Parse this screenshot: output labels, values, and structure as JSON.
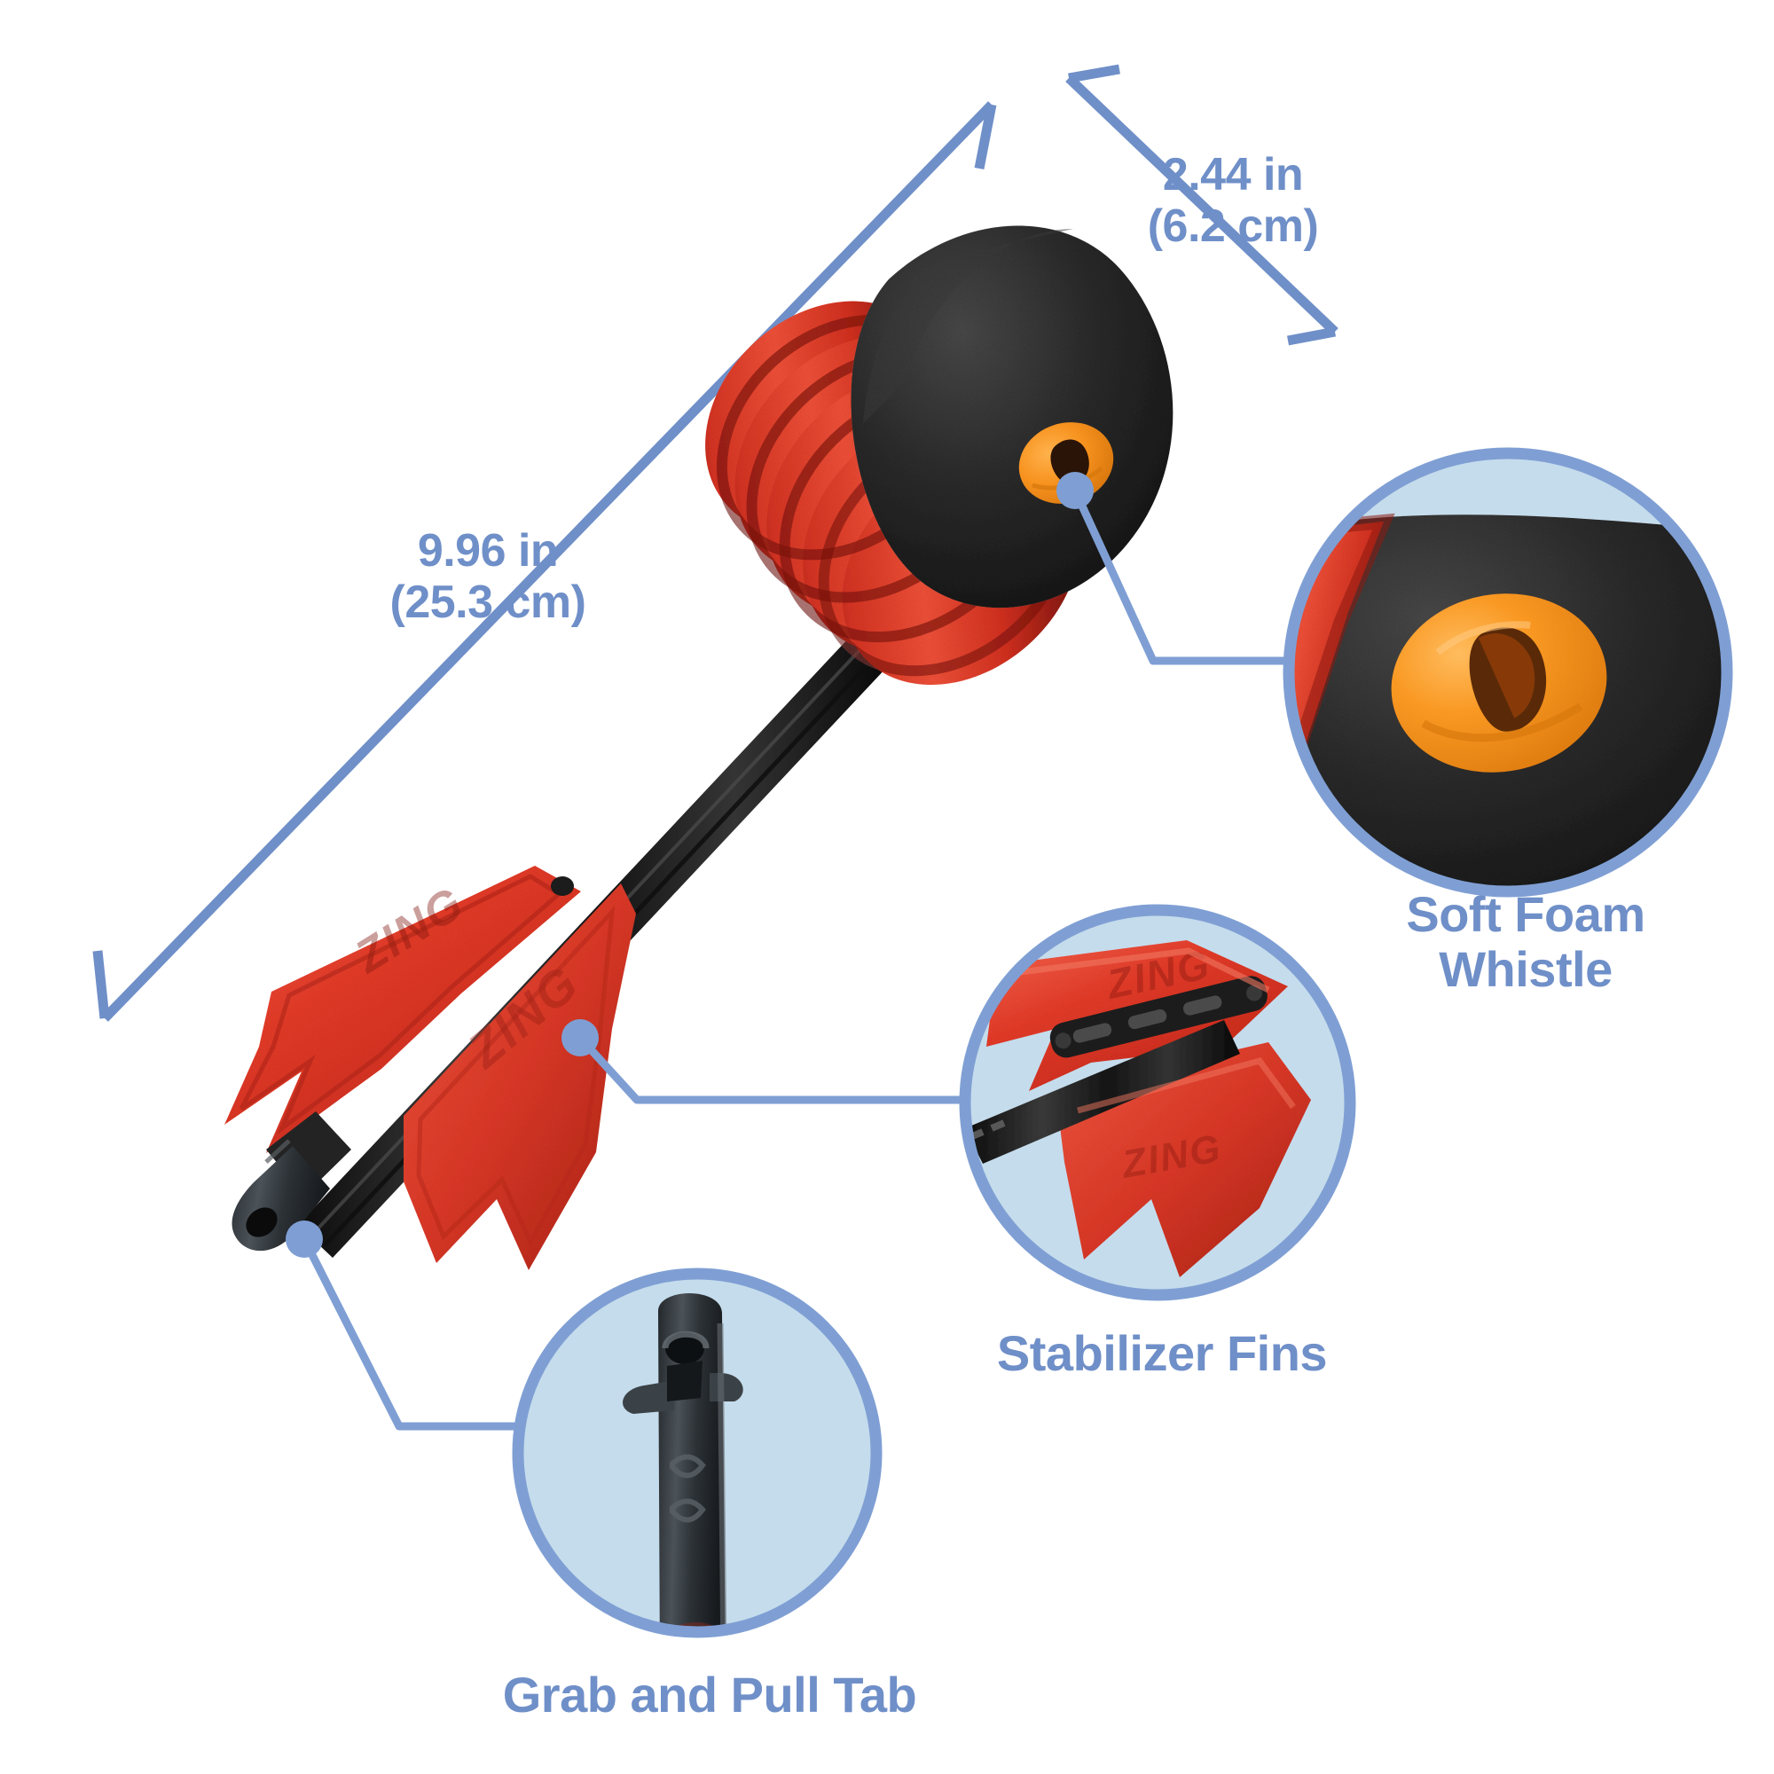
{
  "product": {
    "brand_emboss": "ZING",
    "colors": {
      "accent_blue": "#6f8fc8",
      "callout_fill": "#c5dcec",
      "body_red": "#e0392c",
      "body_red_dark": "#a81f17",
      "foam_black": "#2b2b2b",
      "whistle_orange": "#f58a1f",
      "shaft_black": "#1e1e1e",
      "background": "#ffffff"
    }
  },
  "dimensions": {
    "length": {
      "inches": "9.96 in",
      "centimeters": "(25.3 cm)",
      "text": "9.96 in\n(25.3 cm)"
    },
    "width": {
      "inches": "2.44 in",
      "centimeters": "(6.2 cm)",
      "text": "2.44 in\n(6.2 cm)"
    }
  },
  "callouts": [
    {
      "id": "soft-foam-whistle",
      "label": "Soft Foam\nWhistle",
      "line1": "Soft Foam",
      "line2": "Whistle"
    },
    {
      "id": "stabilizer-fins",
      "label": "Stabilizer Fins",
      "line1": "Stabilizer Fins",
      "line2": ""
    },
    {
      "id": "grab-and-pull-tab",
      "label": "Grab and Pull Tab",
      "line1": "Grab and Pull Tab",
      "line2": ""
    }
  ]
}
